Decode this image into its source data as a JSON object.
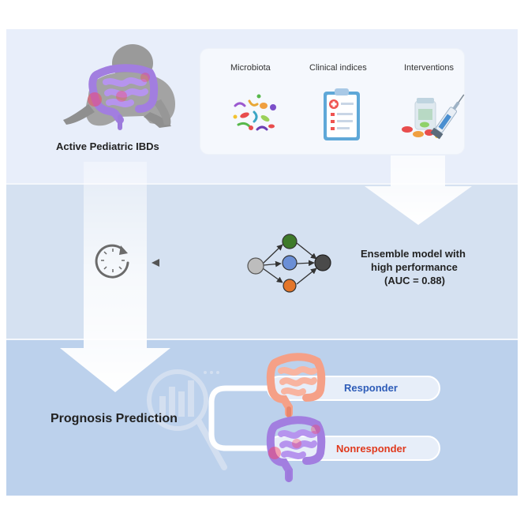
{
  "subject": {
    "label": "Active Pediatric IBDs"
  },
  "inputs": [
    {
      "label": "Microbiota",
      "icon": "microbiota-icon"
    },
    {
      "label": "Clinical indices",
      "icon": "clipboard-icon"
    },
    {
      "label": "Interventions",
      "icon": "medication-syringe-icon"
    }
  ],
  "model": {
    "line1": "Ensemble model with",
    "line2": "high performance",
    "line3": "(AUC = 0.88)"
  },
  "output": {
    "label": "Prognosis Prediction"
  },
  "outcomes": [
    {
      "label": "Responder",
      "color": "#2e5cb8"
    },
    {
      "label": "Nonresponder",
      "color": "#e03a1e"
    }
  ],
  "colors": {
    "network_green": "#3e7a2a",
    "network_blue": "#6b8fd6",
    "network_orange": "#e3762a",
    "network_gray": "#bdbdbd",
    "network_dark": "#4a4a4a"
  }
}
